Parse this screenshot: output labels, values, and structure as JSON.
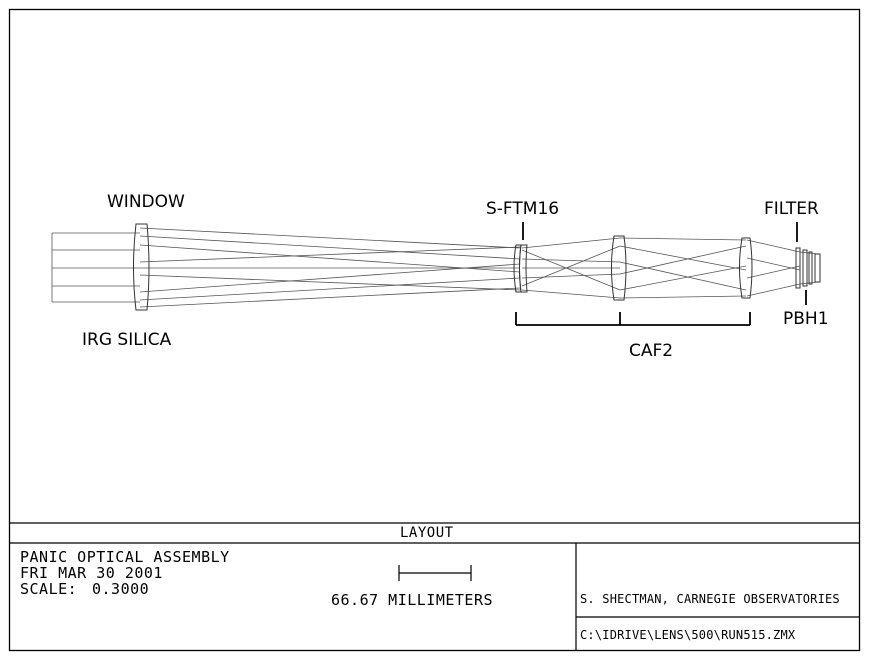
{
  "labels": {
    "window": "WINDOW",
    "irg_silica": "IRG SILICA",
    "s_ftm16": "S-FTM16",
    "filter": "FILTER",
    "pbh1": "PBH1",
    "caf2": "CAF2"
  },
  "title_block": {
    "layout": "LAYOUT",
    "title": "PANIC OPTICAL ASSEMBLY",
    "date": "FRI MAR 30 2001",
    "scale_label": "SCALE:",
    "scale_value": "0.3000",
    "scale_bar_text": "66.67 MILLIMETERS",
    "author": "S. SHECTMAN, CARNEGIE OBSERVATORIES",
    "file_path": "C:\\IDRIVE\\LENS\\500\\RUN515.ZMX"
  }
}
